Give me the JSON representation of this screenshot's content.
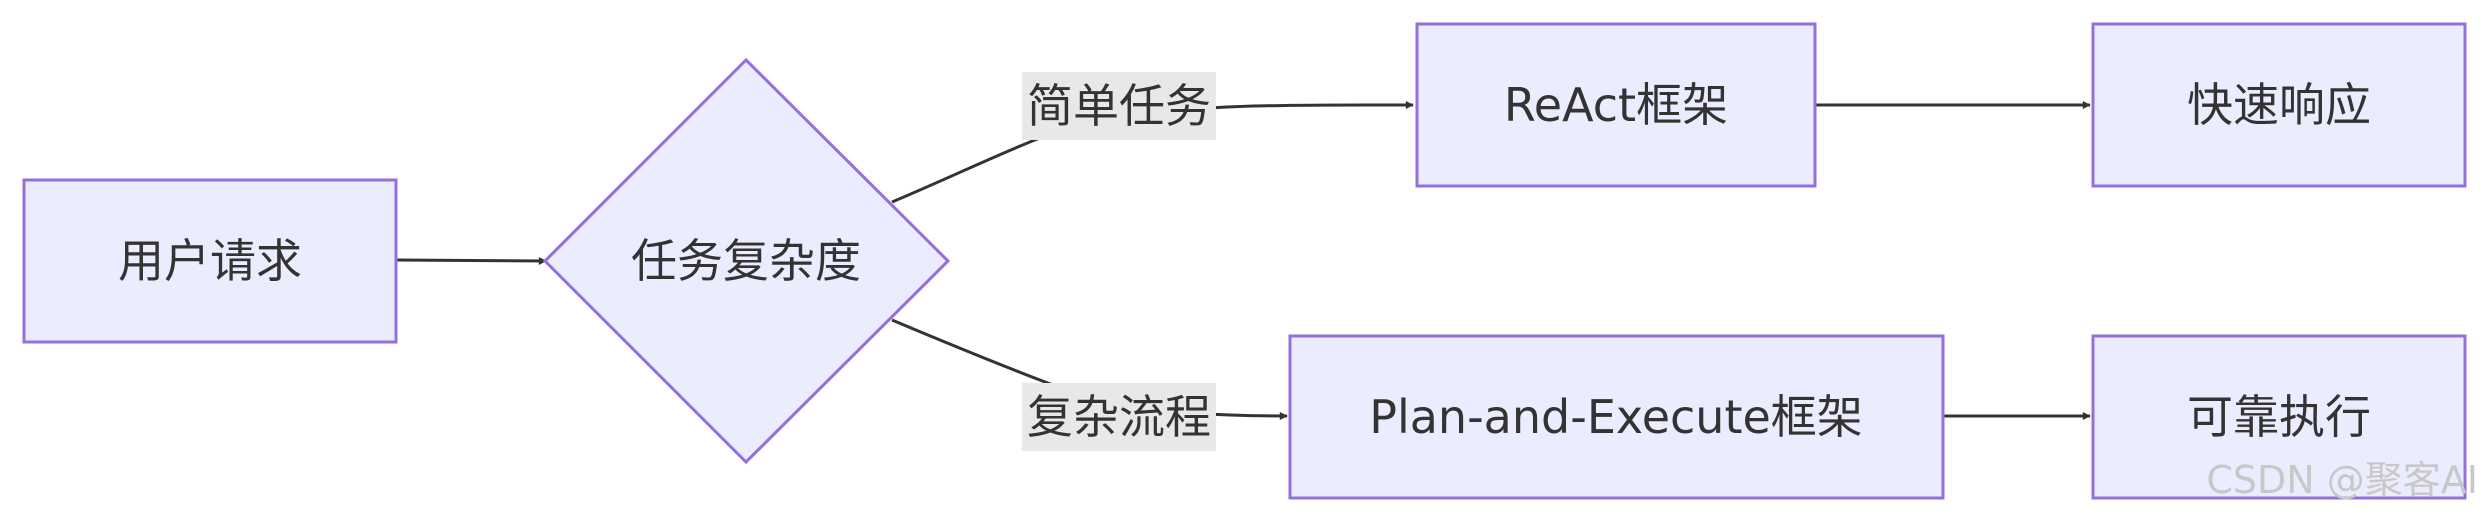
{
  "nodes": {
    "user_request": "用户请求",
    "task_complexity": "任务复杂度",
    "react_framework": "ReAct框架",
    "fast_response": "快速响应",
    "plan_execute_framework": "Plan-and-Execute框架",
    "reliable_execution": "可靠执行"
  },
  "edges": {
    "simple_task": "简单任务",
    "complex_flow": "复杂流程"
  },
  "watermark": "CSDN @聚客AI",
  "colors": {
    "node_fill": "#ececff",
    "node_stroke": "#9370db",
    "edge_stroke": "#333333",
    "edge_label_bg": "#e8e8e8",
    "text": "#333333"
  }
}
